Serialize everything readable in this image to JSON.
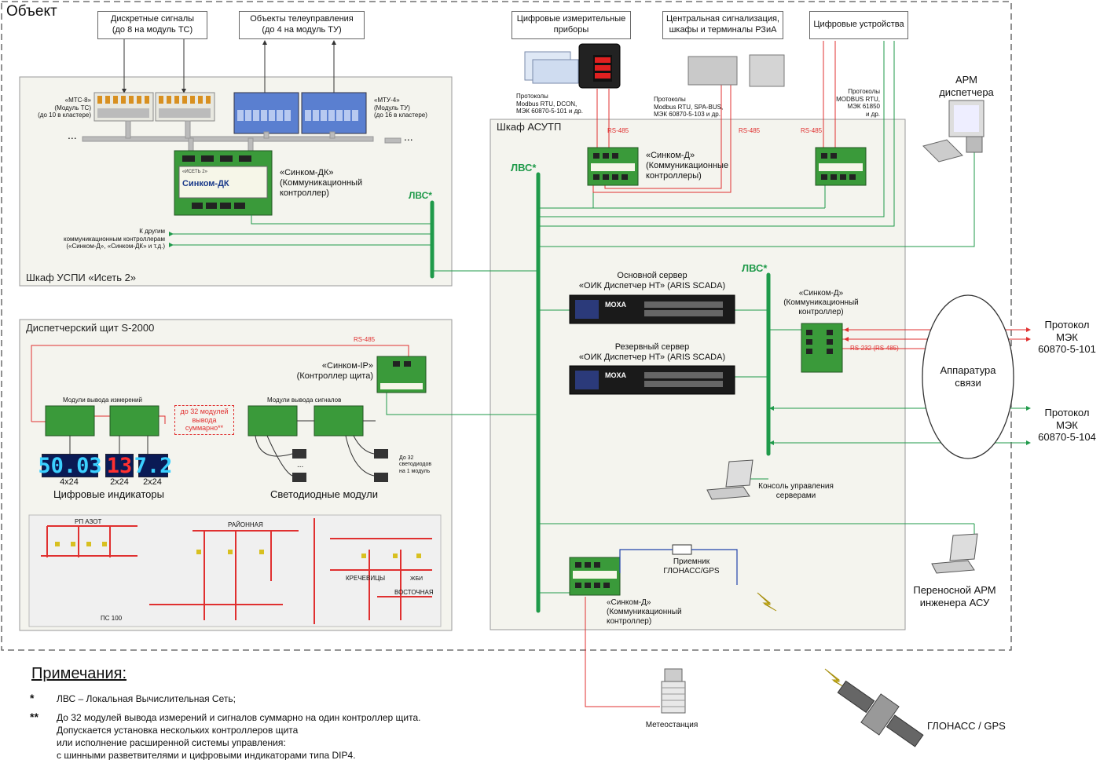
{
  "object_title": "Объект",
  "top_boxes": {
    "discrete": "Дискретные сигналы\n(до 8 на модуль ТС)",
    "telecontrol": "Объекты телеуправления\n(до 4 на модуль ТУ)",
    "meters": "Цифровые измерительные\nприборы",
    "relay": "Центральная сигнализация,\nшкафы и терминалы РЗиА",
    "digital": "Цифровые устройства"
  },
  "uspi": {
    "title": "Шкаф УСПИ «Исеть 2»",
    "mtc8": "«МТС-8»\n(Модуль ТС)\n(до 10 в кластере)",
    "mtu4": "«МТУ-4»\n(Модуль ТУ)\n(до 16 в кластере)",
    "dots1": "...",
    "dots2": "...",
    "controller_label": "«Синком-ДК»\n(Коммуникационный\nконтроллер)",
    "device_small": "«ИСЕТЬ 2»",
    "device_name": "Синком-ДК",
    "lan": "ЛВС*",
    "other_ctrl": "К другим\nкоммуникационным контроллерам\n(«Синком-Д», «Синком-ДК» и т.д.)"
  },
  "s2000": {
    "title": "Диспетчерский щит S-2000",
    "rs485": "RS-485",
    "ip_label": "«Синком-IP»\n(Контроллер щита)",
    "meas_modules": "Модули вывода измерений",
    "sig_modules": "Модули вывода сигналов",
    "up_to_32": "до 32 модулей\nвывода\nсуммарно**",
    "up_to_32_leds": "До 32\nсветодиодов\nна 1 модуль",
    "display1": "50.03",
    "display2": "13",
    "display3": "7.2",
    "size1": "4x24",
    "size2": "2x24",
    "size3": "2x24",
    "digital_ind": "Цифровые индикаторы",
    "led_modules": "Светодиодные модули",
    "dots": "...",
    "mimic_rp": "РП АЗОТ",
    "mimic_rayon": "РАЙОННАЯ",
    "mimic_ps": "ПС 100",
    "mimic_krech": "КРЕЧЕВИЦЫ",
    "mimic_vost": "ВОСТОЧНАЯ",
    "mimic_zhbi": "ЖБИ"
  },
  "asutp": {
    "title": "Шкаф АСУТП",
    "lan": "ЛВС*",
    "lan2": "ЛВС*",
    "protocols1": "Протоколы\nModbus RTU, DCON,\nМЭК 60870-5-101 и др.",
    "protocols2": "Протоколы\nModbus RTU, SPA-BUS,\nМЭК 60870-5-103 и др.",
    "protocols3": "Протоколы\nMODBUS RTU,\nМЭК 61850\nи др.",
    "rs485_a": "RS-485",
    "rs485_b": "RS-485",
    "rs485_c": "RS-485",
    "sinkom_d_label": "«Синком-Д»\n(Коммуникационные\nконтроллеры)",
    "main_server": "Основной сервер\n«ОИК Диспетчер НТ» (ARIS SCADA)",
    "reserve_server": "Резервный сервер\n«ОИК Диспетчер НТ» (ARIS SCADA)",
    "moxa": "MOXA",
    "sinkom_d_right": "«Синком-Д»\n(Коммуникационный\nконтроллер)",
    "rs232": "RS-232 (RS-485)",
    "console": "Консоль управления\nсерверами",
    "gps_receiver": "Приемник\nГЛОНАСС/GPS",
    "sinkom_d_bottom": "«Синком-Д»\n(Коммуникационный\nконтроллер)"
  },
  "right": {
    "arm": "АРМ\nдиспетчера",
    "comm": "Аппаратура\nсвязи",
    "proto101": "Протокол\nМЭК\n60870-5-101",
    "proto104": "Протокол\nМЭК\n60870-5-104",
    "portable": "Переносной АРМ\nинженера АСУ"
  },
  "bottom": {
    "notes_title": "Примечания:",
    "star1": "*",
    "star2": "**",
    "note1": "ЛВС – Локальная Вычислительная Сеть;",
    "note2": "До 32 модулей вывода измерений и сигналов суммарно на один контроллер щита.\nДопускается установка нескольких контроллеров щита\nили исполнение расширенной системы управления:\nс шинными разветвителями и цифровыми индикаторами типа DIP4.",
    "meteo": "Метеостанция",
    "glonass": "ГЛОНАСС / GPS"
  },
  "colors": {
    "lan_green": "#1f9a4a",
    "rs_red": "#e03030",
    "panel_bg": "#f4f4ee",
    "display_bg": "#0a1a55"
  }
}
